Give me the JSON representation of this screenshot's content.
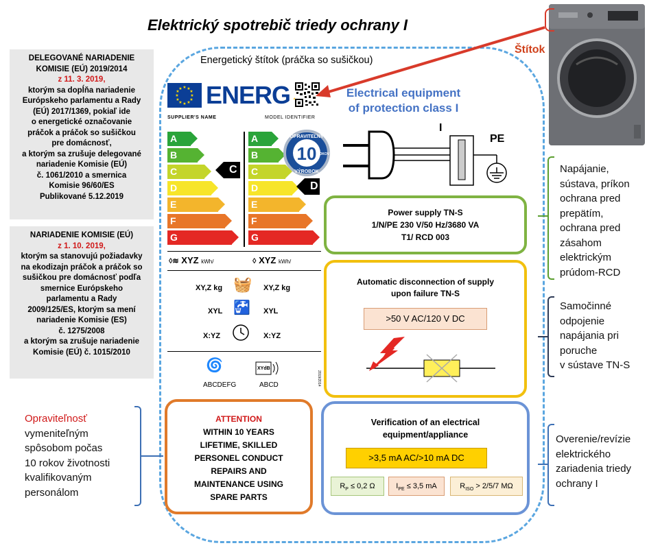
{
  "title": "Elektrický spotrebič triedy ochrany I",
  "label_caption": "Energetický štítok (práčka so sušičkou)",
  "stitok": "Štítok",
  "reg1": {
    "line1": "DELEGOVANÉ NARIADENIE",
    "line2": "KOMISIE (EÚ) 2019/2014",
    "date": "z 11. 3. 2019,",
    "body": [
      "ktorým sa dopĺňa nariadenie",
      "Európskeho parlamentu a Rady",
      "(EÚ) 2017/1369, pokiaľ ide",
      "o energetické označovanie",
      "práčok a práčok so sušičkou",
      "pre domácnosť,",
      "a ktorým sa zrušuje delegované",
      "nariadenie Komisie (EÚ)",
      "č. 1061/2010 a smernica",
      "Komisie 96/60/ES",
      "Publikované 5.12.2019"
    ]
  },
  "reg2": {
    "line1": "NARIADENIE KOMISIE (EÚ)",
    "date": "z 1. 10. 2019,",
    "body": [
      "ktorým sa stanovujú požiadavky",
      "na ekodizajn práčok a práčok so",
      "sušičkou pre domácnosť podľa",
      "smernice Európskeho",
      "parlamentu a Rady",
      "2009/125/ES, ktorým sa mení",
      "nariadenie Komisie (ES)",
      "č. 1275/2008",
      "a ktorým sa zrušuje nariadenie",
      "Komisie (EÚ) č. 1015/2010"
    ]
  },
  "energy_label": {
    "energ": "ENERG",
    "supplier": "SUPPLIER'S NAME",
    "model": "MODEL IDENTIFIER",
    "classes": [
      "A",
      "B",
      "C",
      "D",
      "E",
      "F",
      "G"
    ],
    "class_colors": [
      "#2aa43a",
      "#55b332",
      "#c4d52a",
      "#f7e52a",
      "#f3b52c",
      "#e87629",
      "#e42824"
    ],
    "rating_left": "C",
    "rating_right": "D",
    "xyz_left": "XYZ",
    "xyz_right": "XYZ",
    "kwh": "kWh/",
    "row1_left": "XY,Z kg",
    "row1_right": "XY,Z kg",
    "row2_left": "XYL",
    "row2_right": "XYL",
    "row3_left": "X:YZ",
    "row3_right": "X:YZ",
    "spin_scale": "ABCDEFG",
    "noise_scale": "ABCD",
    "noise_unit": "XYdB",
    "reg_small": "2019/2014",
    "badge_top": "OPRAVITEĽNÝ",
    "badge_num": "10",
    "badge_side": "ROKOV",
    "badge_bottom": "VÝROBOK"
  },
  "equipment_title": [
    "Electrical equipment",
    "of protection class I"
  ],
  "plug_labels": {
    "phase": "I",
    "pe": "PE"
  },
  "power_supply": [
    "Power supply TN-S",
    "1/N/PE  230 V/50 Hz/3680 VA",
    "T1/ RCD 003"
  ],
  "auto_disconnect": {
    "title": [
      "Automatic disconnection of supply",
      "upon failure TN-S"
    ],
    "value": ">50 V AC/120 V DC"
  },
  "attention": [
    "ATTENTION",
    "WITHIN 10 YEARS",
    "LIFETIME, SKILLED",
    "PERSONEL CONDUCT",
    "REPAIRS AND",
    "MAINTENANCE USING",
    "SPARE PARTS"
  ],
  "verification": {
    "title": [
      "Verification of an electrical",
      "equipment/appliance"
    ],
    "value": ">3,5 mA AC/>10 mA DC",
    "rp": "R",
    "rp_sub": "P",
    "rp_val": " ≤ 0,2 Ω",
    "ipe": "I",
    "ipe_sub": "PE",
    "ipe_val": " ≤ 3,5 mA",
    "riso": "R",
    "riso_sub": "ISO",
    "riso_val": " > 2/5/7 MΩ"
  },
  "notes": {
    "power": [
      "Napájanie,",
      "sústava, príkon",
      "ochrana pred",
      "prepätím,",
      "ochrana pred",
      "zásahom",
      "elektrickým",
      "prúdom-RCD"
    ],
    "disconnect": [
      "Samočinné",
      "odpojenie",
      "napájania pri",
      "poruche",
      "v sústave TN-S"
    ],
    "revision": [
      "Overenie/revízie",
      "elektrického",
      "zariadenia triedy",
      "ochrany I"
    ],
    "repair_red": "Opraviteľnosť",
    "repair": [
      "vymeniteľným",
      "spôsobom počas",
      "10 rokov životnosti",
      "kvalifikovaným",
      "personálom"
    ]
  },
  "colors": {
    "green": "#7fb342",
    "yellow": "#f2c00e",
    "orange": "#e07a2a",
    "blue": "#6b93d6",
    "dashed": "#5aa6e0",
    "red": "#d01818"
  }
}
